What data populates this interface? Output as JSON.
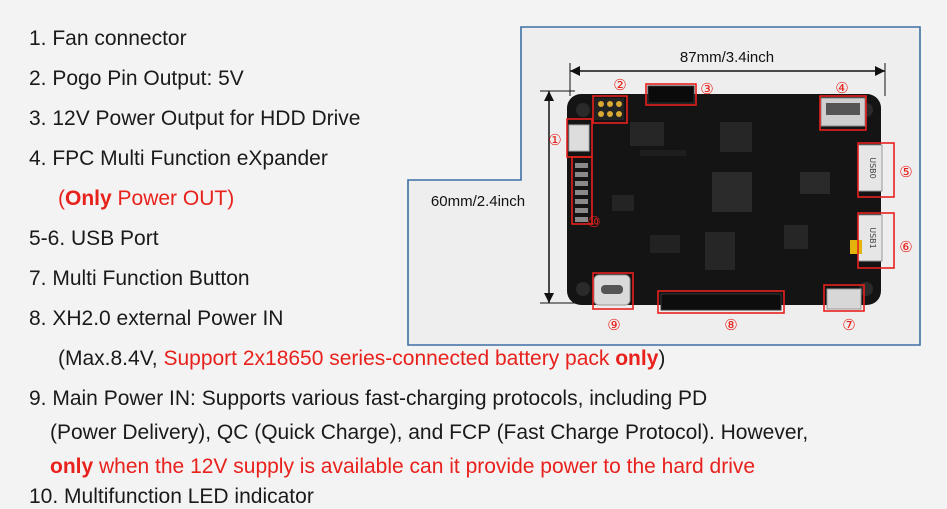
{
  "items": {
    "i1": "1. Fan connector",
    "i2": "2. Pogo Pin Output: 5V",
    "i3": "3. 12V Power Output for HDD Drive",
    "i4": "4. FPC Multi Function eXpander",
    "i4_note_open": "(",
    "i4_note_only": "Only",
    "i4_note_rest": " Power OUT)",
    "i56": "5-6. USB Port",
    "i7": "7. Multi Function Button",
    "i8": "8. XH2.0 external Power IN",
    "i8_note_prefix": "(Max.8.4V, ",
    "i8_note_red": "Support 2x18650 series-connected battery pack ",
    "i8_note_only": "only",
    "i8_note_close": ")",
    "i9_line1": "9. Main Power IN: Supports various fast-charging protocols, including PD",
    "i9_line2": "(Power Delivery), QC (Quick Charge), and FCP (Fast Charge Protocol). However,",
    "i9_line3_only": "only",
    "i9_line3_rest": " when the 12V supply is available can it provide power to the hard drive",
    "i10": "10. Multifunction LED indicator"
  },
  "diagram": {
    "width_label": "87mm/3.4inch",
    "height_label": "60mm/2.4inch",
    "callouts": [
      "①",
      "②",
      "③",
      "④",
      "⑤",
      "⑥",
      "⑦",
      "⑧",
      "⑨",
      "⑩"
    ],
    "port_labels": [
      "USB0",
      "USB1"
    ]
  },
  "colors": {
    "accent_red": "#e8211c",
    "frame_blue": "#3d6fa6",
    "pcb_black": "#111111",
    "background": "#f3f3f3"
  }
}
